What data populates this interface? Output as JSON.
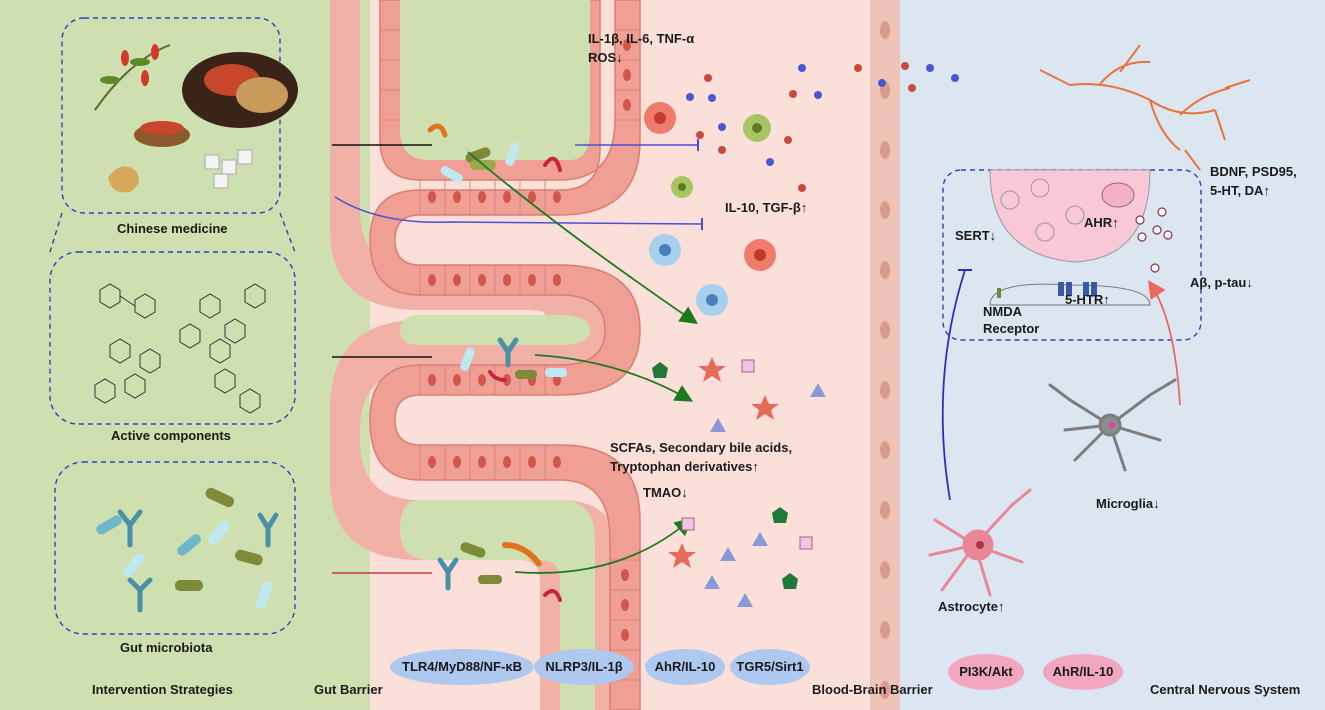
{
  "regions": {
    "intervention": "Intervention Strategies",
    "gut_barrier": "Gut Barrier",
    "bbb": "Blood-Brain Barrier",
    "cns": "Central Nervous System"
  },
  "boxes": {
    "chinese_medicine": "Chinese medicine",
    "active_components": "Active components",
    "gut_microbiota": "Gut microbiota"
  },
  "labels": {
    "proinflammatory_1": "IL-1β, IL-6, TNF-α",
    "proinflammatory_2": "ROS↓",
    "antiinflammatory": "IL-10, TGF-β↑",
    "metabolites_1": "SCFAs, Secondary bile acids,",
    "metabolites_2": "Tryptophan derivatives↑",
    "tmao": "TMAO↓",
    "bdnf_1": "BDNF, PSD95,",
    "bdnf_2": "5-HT, DA↑",
    "sert": "SERT↓",
    "ahr": "AHR↑",
    "htr": "5-HTR↑",
    "nmda_1": "NMDA",
    "nmda_2": "Receptor",
    "abeta": "Aβ, p-tau↓",
    "microglia": "Microglia↓",
    "astrocyte": "Astrocyte↑"
  },
  "pathways": [
    {
      "label": "TLR4/MyD88/NF-κB",
      "color": "#aec8ef"
    },
    {
      "label": "NLRP3/IL-1β",
      "color": "#aec8ef"
    },
    {
      "label": "AhR/IL-10",
      "color": "#aec8ef"
    },
    {
      "label": "TGR5/Sirt1",
      "color": "#aec8ef"
    },
    {
      "label": "PI3K/Akt",
      "color": "#f2a6bf"
    },
    {
      "label": "AhR/IL-10",
      "color": "#f2a6bf"
    }
  ],
  "colors": {
    "green_panel": "#cfe0b0",
    "pink_panel": "#fbe0da",
    "blue_panel": "#dbe6f1",
    "epithelium": "#ef9f93",
    "dashed_box": "#2b3fc8"
  }
}
